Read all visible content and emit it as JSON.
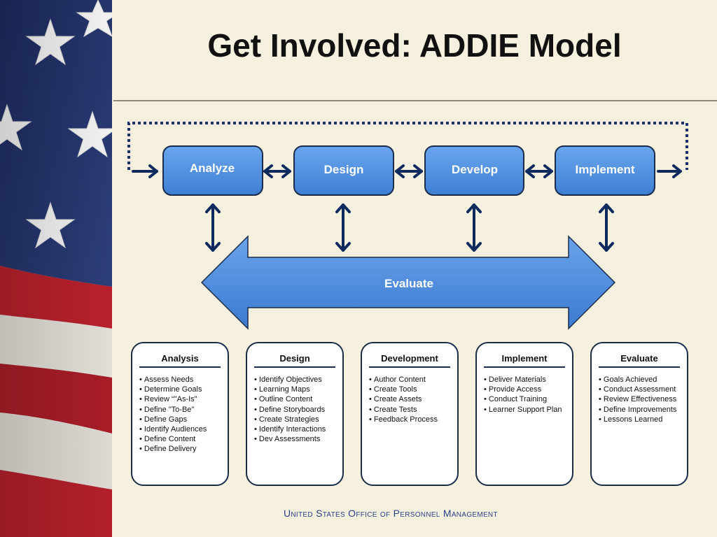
{
  "title": "Get Involved: ADDIE Model",
  "steps": [
    "Analyze",
    "Design",
    "Develop",
    "Implement"
  ],
  "evaluate_label": "Evaluate",
  "panels": [
    {
      "title": "Analysis",
      "items": [
        "Assess Needs",
        "Determine Goals",
        "Review “\"As-Is\"",
        "Define \"To-Be\"",
        "Define Gaps",
        "Identify Audiences",
        "Define Content",
        "Define Delivery"
      ]
    },
    {
      "title": "Design",
      "items": [
        "Identify Objectives",
        "Learning Maps",
        "Outline Content",
        "Define Storyboards",
        "Create  Strategies",
        "Identify Interactions",
        "Dev Assessments"
      ]
    },
    {
      "title": "Development",
      "items": [
        "Author Content",
        "Create Tools",
        "Create Assets",
        "Create Tests",
        "Feedback  Process"
      ]
    },
    {
      "title": "Implement",
      "items": [
        "Deliver Materials",
        "Provide Access",
        "Conduct Training",
        "Learner Support Plan"
      ]
    },
    {
      "title": "Evaluate",
      "items": [
        "Goals Achieved",
        "Conduct Assessment",
        "Review Effectiveness",
        "Define Improvements",
        "Lessons Learned"
      ]
    }
  ],
  "footer": "United States Office of Personnel Management",
  "colors": {
    "box_fill": "#4d8ee0",
    "box_border": "#1b2b4a",
    "arrow_color": "#0d2a5e",
    "evaluate_fill": "#4a89d8",
    "footer_color": "#27408a"
  }
}
